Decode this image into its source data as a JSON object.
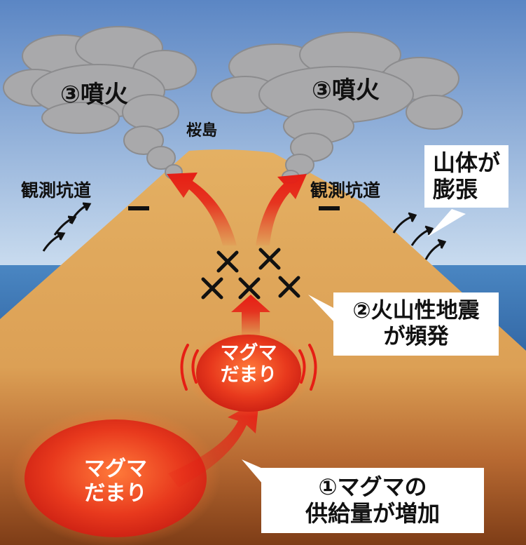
{
  "labels": {
    "eruption_left": "③噴火",
    "eruption_right": "③噴火",
    "sakurajima": "桜島",
    "tunnel_left": "観測坑道",
    "tunnel_right": "観測坑道",
    "inflation": [
      "山体が",
      "膨張"
    ],
    "earthquakes": [
      "②火山性地震",
      "が頻発"
    ],
    "supply": [
      "①マグマの",
      "供給量が増加"
    ],
    "shallow_chamber": [
      "マグマ",
      "だまり"
    ],
    "deep_chamber": [
      "マグマ",
      "だまり"
    ]
  },
  "colors": {
    "sky_top": "#5b86c4",
    "sky_bottom": "#cfe0f1",
    "sea": "#3c76b3",
    "mountain": "#e0a95a",
    "deep_ground": "#8b4a1f",
    "magma": "#e8391d",
    "arrow_red": "#e61e14"
  }
}
